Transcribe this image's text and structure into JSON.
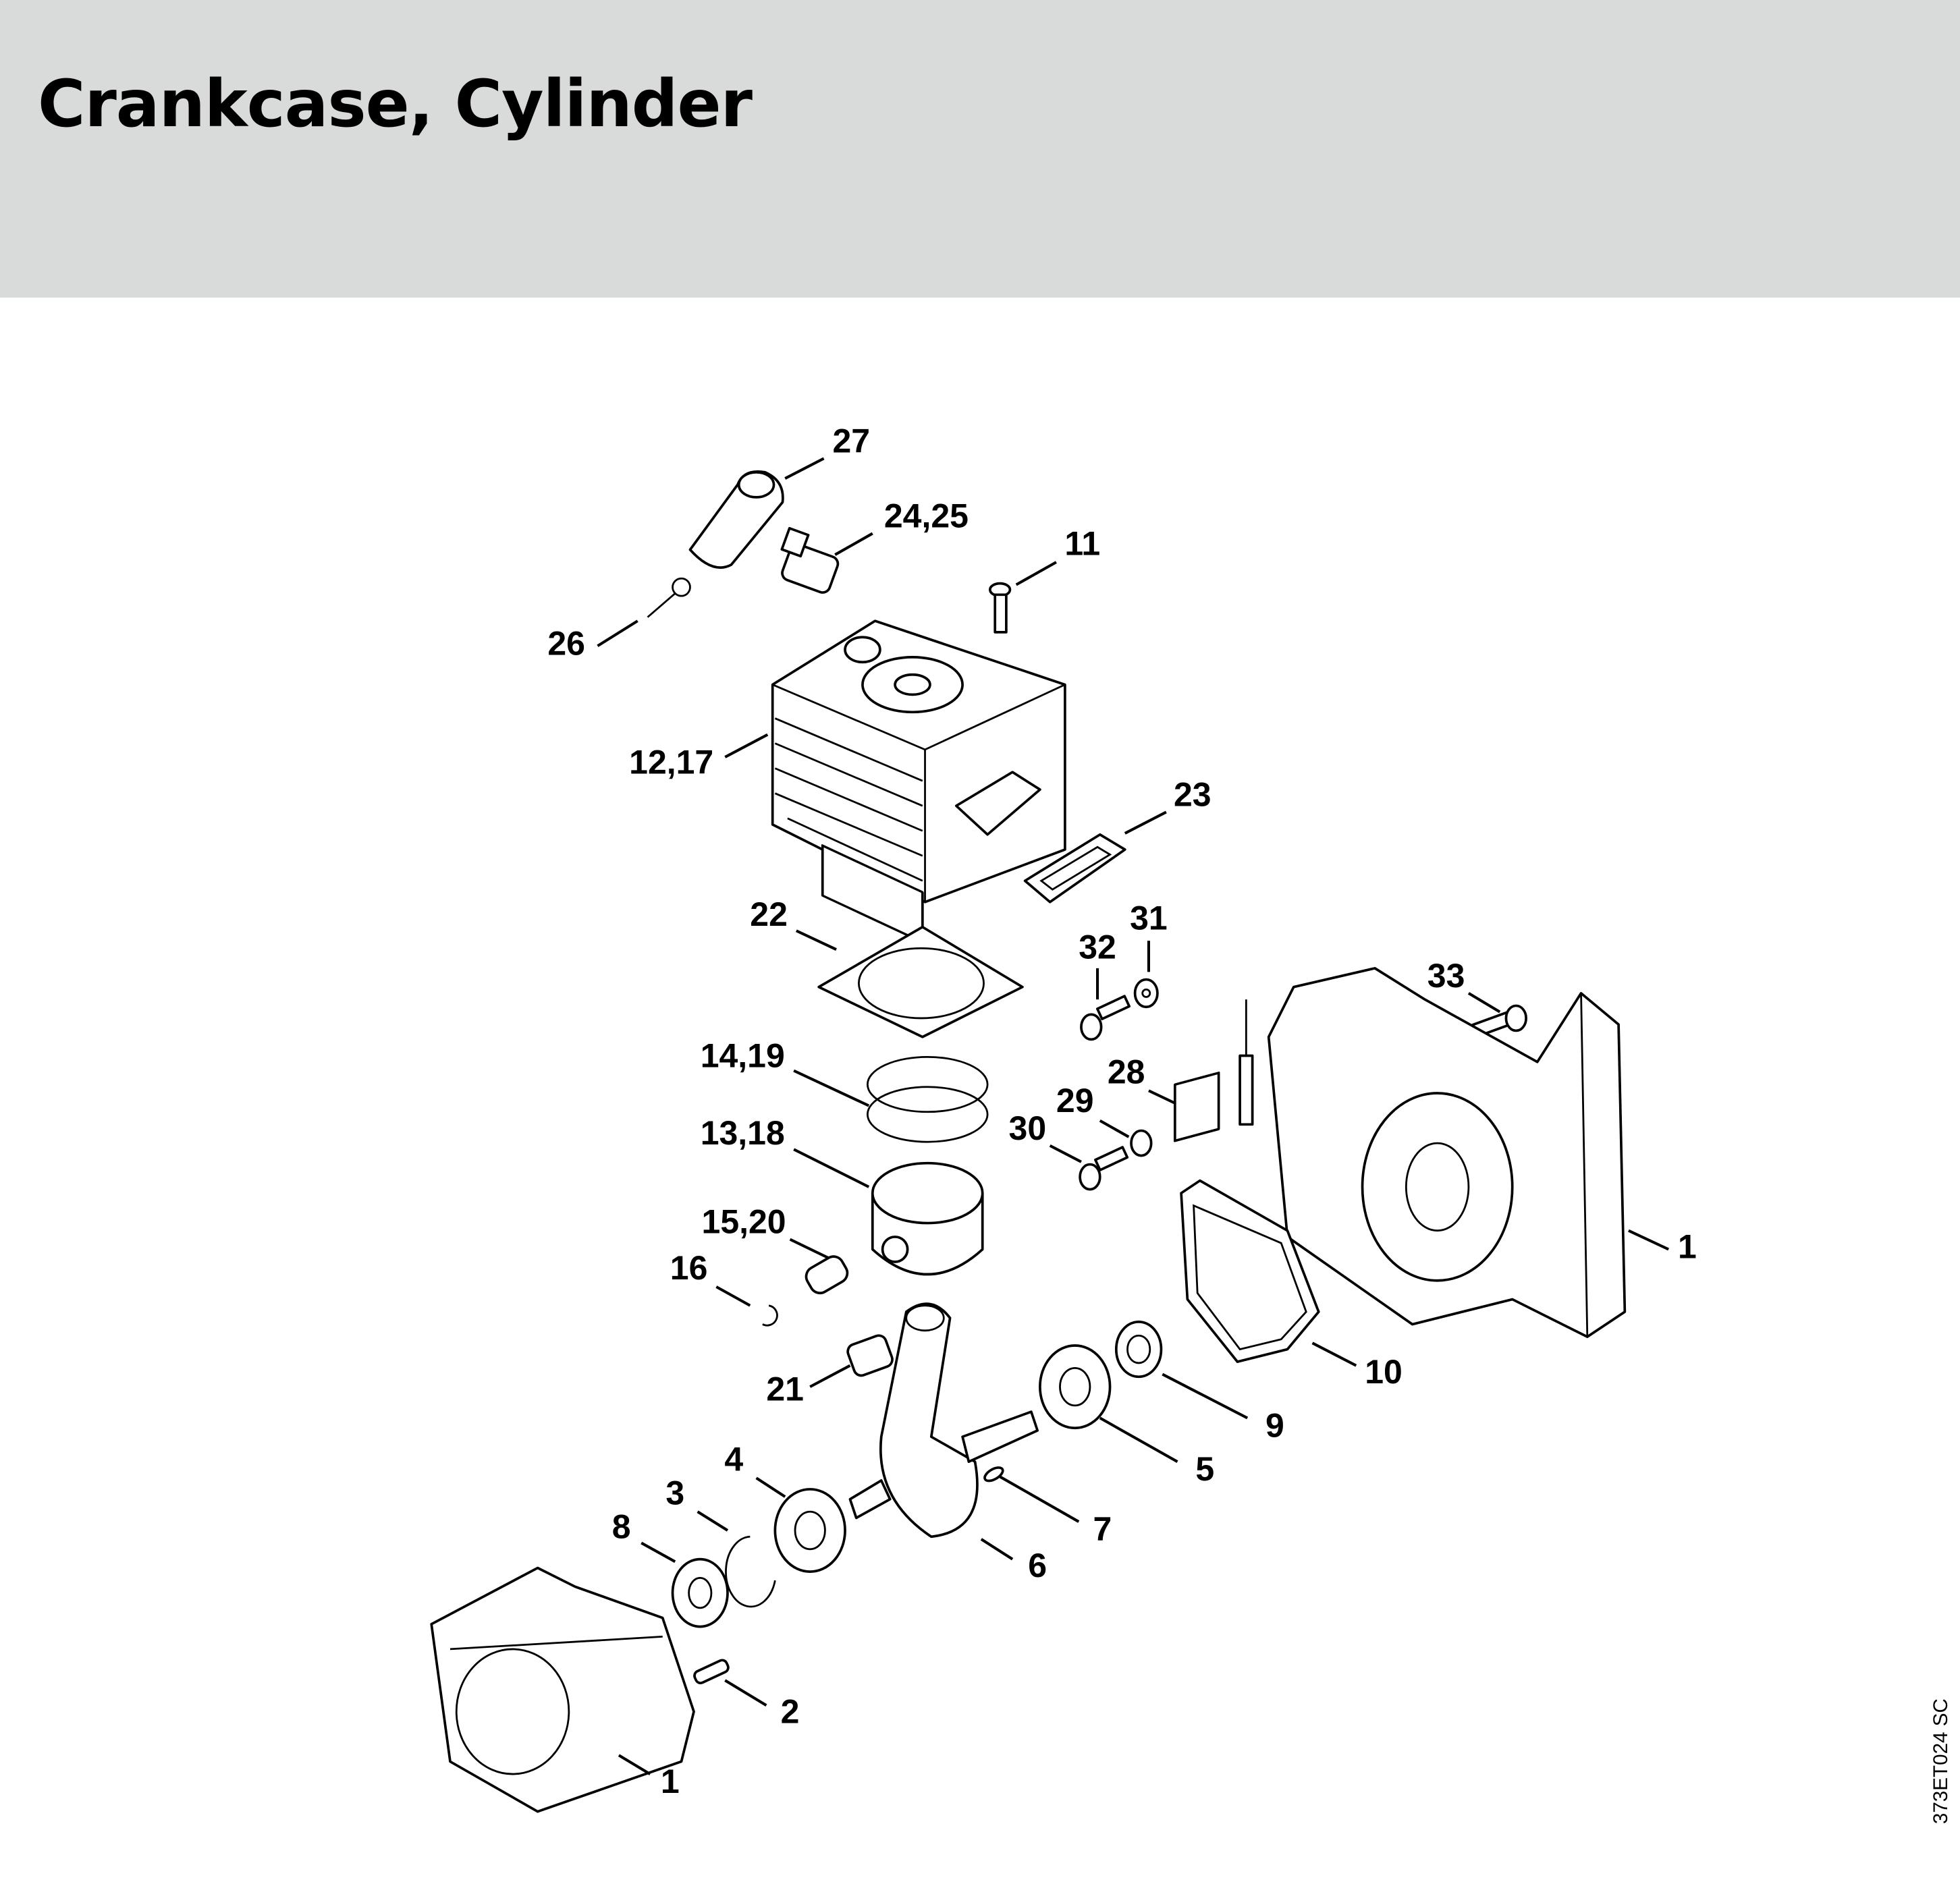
{
  "header": {
    "title": "Crankcase, Cylinder",
    "background": "#d9dbdb"
  },
  "diagram": {
    "code": "373ET024 SC",
    "callouts": [
      "27",
      "24,25",
      "11",
      "26",
      "12,17",
      "23",
      "22",
      "31",
      "32",
      "33",
      "14,19",
      "28",
      "29",
      "30",
      "13,18",
      "15,20",
      "1",
      "16",
      "10",
      "21",
      "9",
      "4",
      "5",
      "3",
      "8",
      "7",
      "6",
      "2",
      "1"
    ]
  }
}
